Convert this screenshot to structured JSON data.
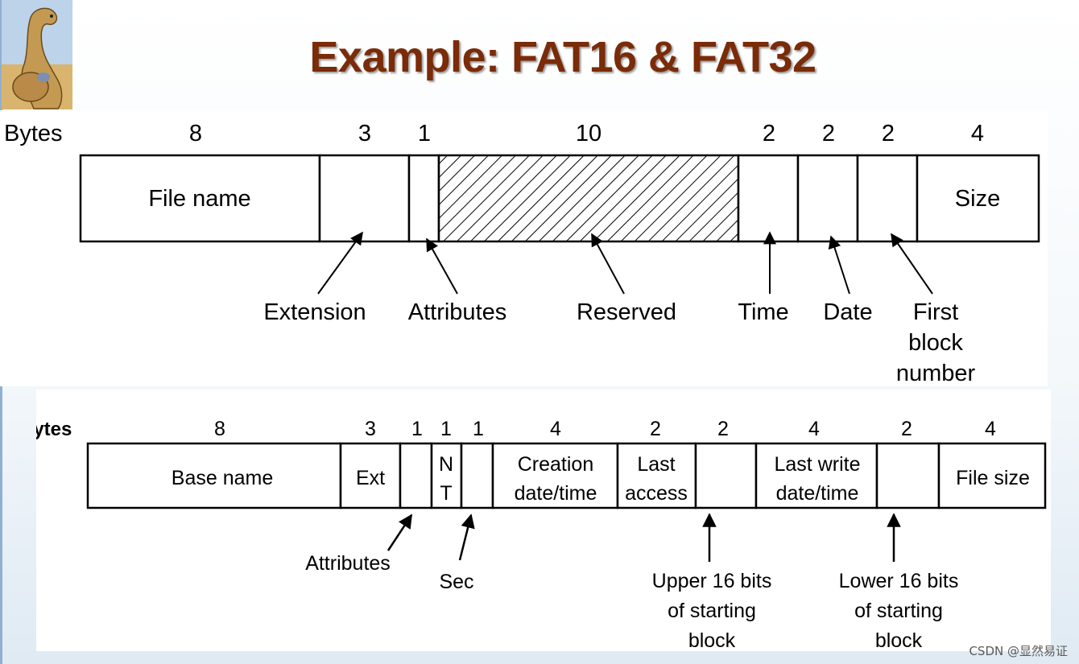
{
  "title": "Example: FAT16 & FAT32",
  "fat16": {
    "bytes_label": "Bytes",
    "fields": [
      {
        "bytes": "8",
        "label": "File name"
      },
      {
        "bytes": "3",
        "label": ""
      },
      {
        "bytes": "1",
        "label": ""
      },
      {
        "bytes": "10",
        "label": "",
        "hatched": true
      },
      {
        "bytes": "2",
        "label": ""
      },
      {
        "bytes": "2",
        "label": ""
      },
      {
        "bytes": "2",
        "label": ""
      },
      {
        "bytes": "4",
        "label": "Size"
      }
    ],
    "callouts": [
      "Extension",
      "Attributes",
      "Reserved",
      "Time",
      "Date",
      "First",
      "block",
      "number"
    ]
  },
  "fat32": {
    "bytes_label": "Bytes",
    "fields": [
      {
        "bytes": "8",
        "label": [
          "Base name"
        ]
      },
      {
        "bytes": "3",
        "label": [
          "Ext"
        ]
      },
      {
        "bytes": "1",
        "label": []
      },
      {
        "bytes": "1",
        "label": [
          "N",
          "T"
        ]
      },
      {
        "bytes": "1",
        "label": []
      },
      {
        "bytes": "4",
        "label": [
          "Creation",
          "date/time"
        ]
      },
      {
        "bytes": "2",
        "label": [
          "Last",
          "access"
        ]
      },
      {
        "bytes": "2",
        "label": []
      },
      {
        "bytes": "4",
        "label": [
          "Last write",
          "date/time"
        ]
      },
      {
        "bytes": "2",
        "label": []
      },
      {
        "bytes": "4",
        "label": [
          "File size"
        ]
      }
    ],
    "callouts": [
      "Attributes",
      "Sec",
      "Upper 16 bits",
      "of starting",
      "block",
      "Lower 16 bits",
      "of starting",
      "block"
    ]
  },
  "watermark": "CSDN @显然易证"
}
